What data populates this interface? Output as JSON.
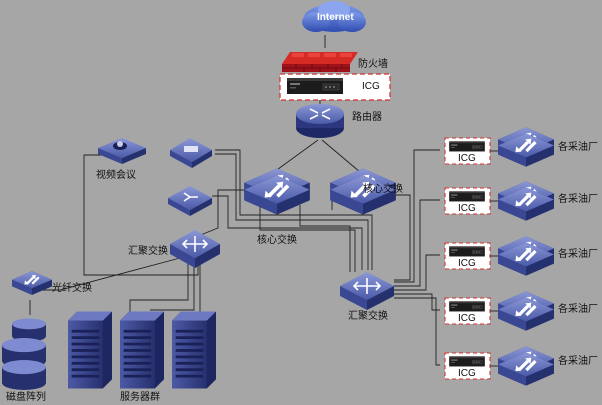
{
  "nodes": {
    "internet": "Internet",
    "firewall": "防火墙",
    "icg": "ICG",
    "router": "路由器",
    "core_switch": "核心交换",
    "video_conf": "视频会议",
    "aggregation_switch": "汇聚交换",
    "fiber_switch": "光纤交换",
    "disk_array": "磁盘阵列",
    "server_cluster": "服务器群",
    "oil_plant": "各采油厂"
  },
  "colors": {
    "background": "#a6a6a6",
    "device_blue": "#3f4f9a",
    "firewall_red": "#c0171c",
    "icg_border": "#d0312d",
    "cloud": "#3d5fc0"
  }
}
